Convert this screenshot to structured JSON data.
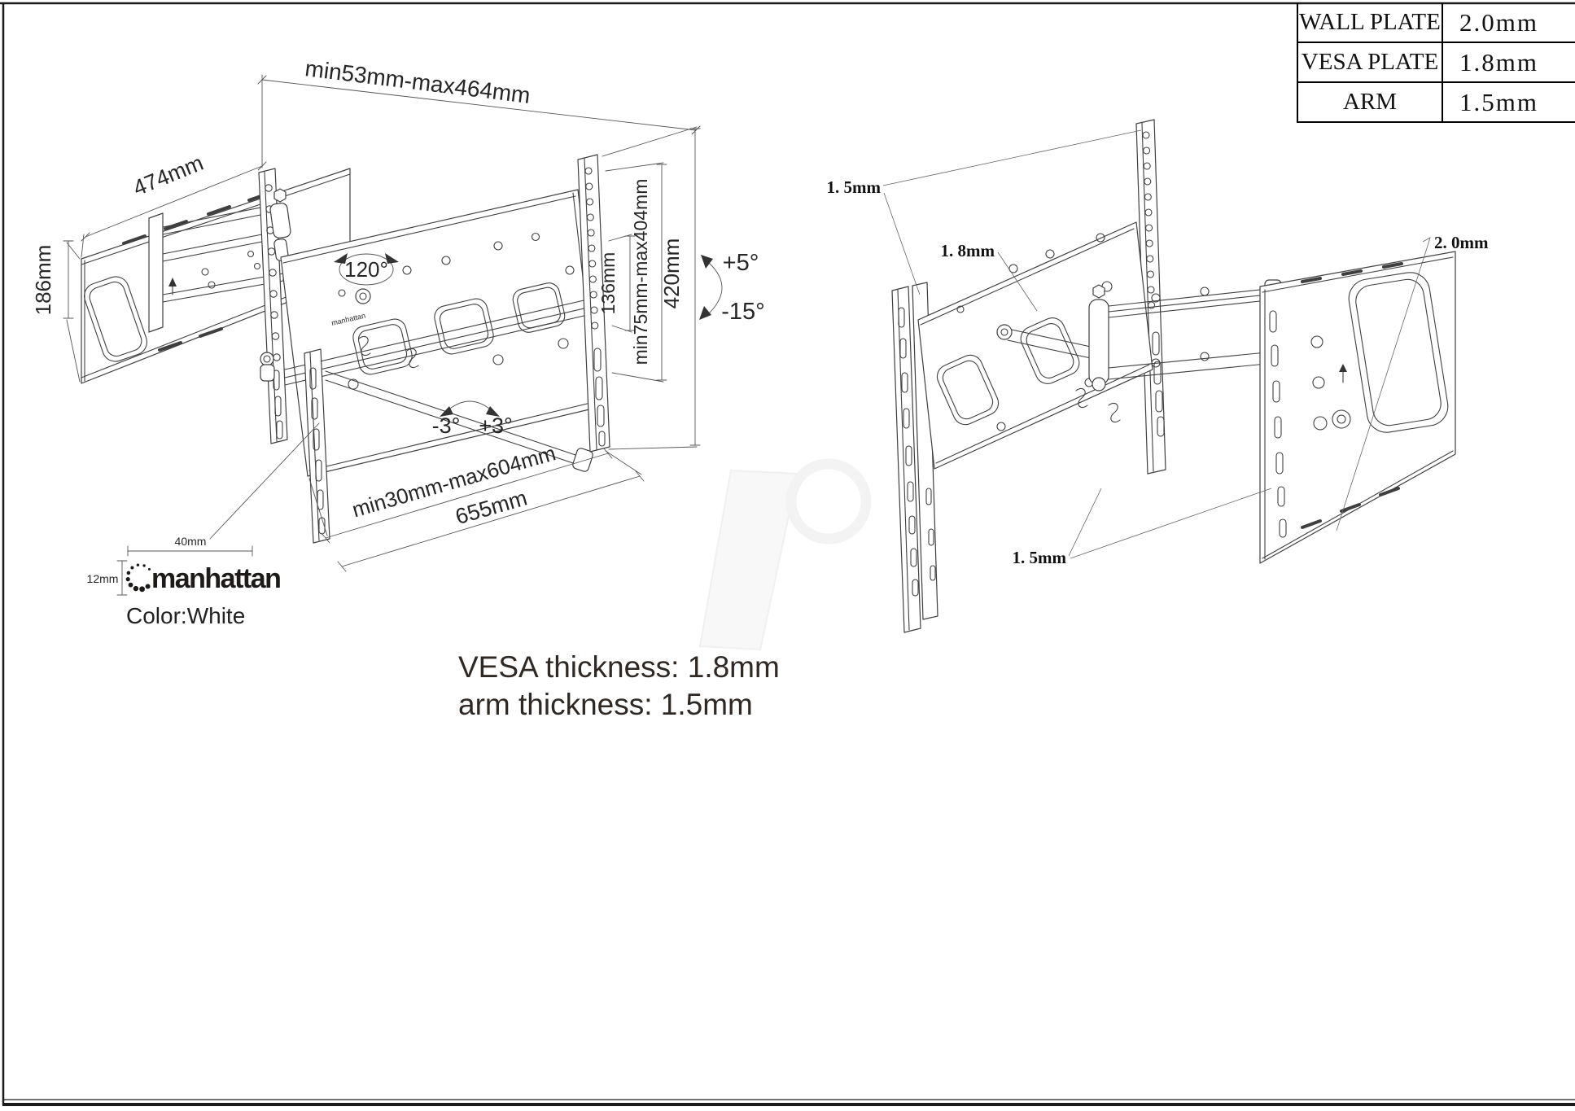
{
  "spec_table": {
    "rows": [
      {
        "label": "WALL PLATE",
        "value": "2.0mm"
      },
      {
        "label": "VESA PLATE",
        "value": "1.8mm"
      },
      {
        "label": "ARM",
        "value": "1.5mm"
      }
    ]
  },
  "left_diagram": {
    "dim_top_span": "min53mm-max464mm",
    "dim_wall_width": "474mm",
    "dim_wall_height": "186mm",
    "swivel_angle": "120°",
    "tilt_up": "+5°",
    "tilt_down": "-15°",
    "level_minus": "-3°",
    "level_plus": "+3°",
    "dim_slot_gap": "136mm",
    "dim_vesa_vertical": "min75mm-max404mm",
    "dim_bracket_height": "420mm",
    "dim_bottom_span": "min30mm-max604mm",
    "dim_total_width": "655mm",
    "plate_logo": "manhattan"
  },
  "logo_block": {
    "brand": "manhattan",
    "width": "40mm",
    "height": "12mm",
    "color_note": "Color:White"
  },
  "notes": {
    "line1": "VESA thickness: 1.8mm",
    "line2": "arm thickness: 1.5mm"
  },
  "right_diagram": {
    "label_arm_top": "1. 5mm",
    "label_vesa": "1. 8mm",
    "label_wall": "2. 0mm",
    "label_arm_bottom": "1. 5mm"
  }
}
